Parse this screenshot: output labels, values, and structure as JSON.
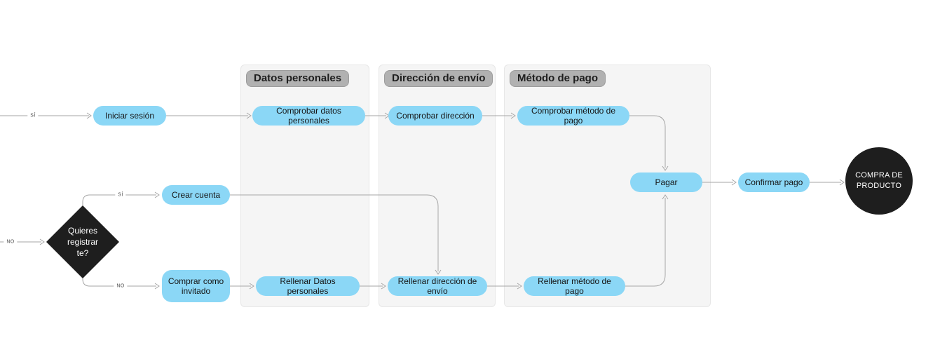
{
  "panels": [
    {
      "title": "Datos personales"
    },
    {
      "title": "Dirección de envío"
    },
    {
      "title": "Método de pago"
    }
  ],
  "nodes": {
    "iniciar_sesion": "Iniciar sesión",
    "comprobar_datos": "Comprobar datos personales",
    "comprobar_direccion": "Comprobar dirección",
    "comprobar_metodo": "Comprobar método de pago",
    "pagar": "Pagar",
    "confirmar_pago": "Confirmar pago",
    "crear_cuenta": "Crear cuenta",
    "comprar_invitado": "Comprar como invitado",
    "rellenar_datos": "Rellenar Datos personales",
    "rellenar_direccion": "Rellenar dirección de envío",
    "rellenar_metodo": "Rellenar método de pago"
  },
  "decision": {
    "line1": "Quieres",
    "line2": "registrar",
    "line3": "te?"
  },
  "end_node": {
    "line1": "COMPRA DE",
    "line2": "PRODUCTO"
  },
  "edge_labels": {
    "si_login": "SÍ",
    "no_register": "NO",
    "si_create": "SÍ",
    "no_guest": "NO"
  },
  "colors": {
    "node_fill": "#8bd7f6",
    "panel_fill": "#f5f5f5",
    "panel_border": "#e7e7e7",
    "badge_fill": "#b1b1b1",
    "badge_text": "#1e1e1e",
    "dark_shape": "#1e1e1e",
    "connector": "#a6a6a6",
    "background": "#ffffff"
  }
}
